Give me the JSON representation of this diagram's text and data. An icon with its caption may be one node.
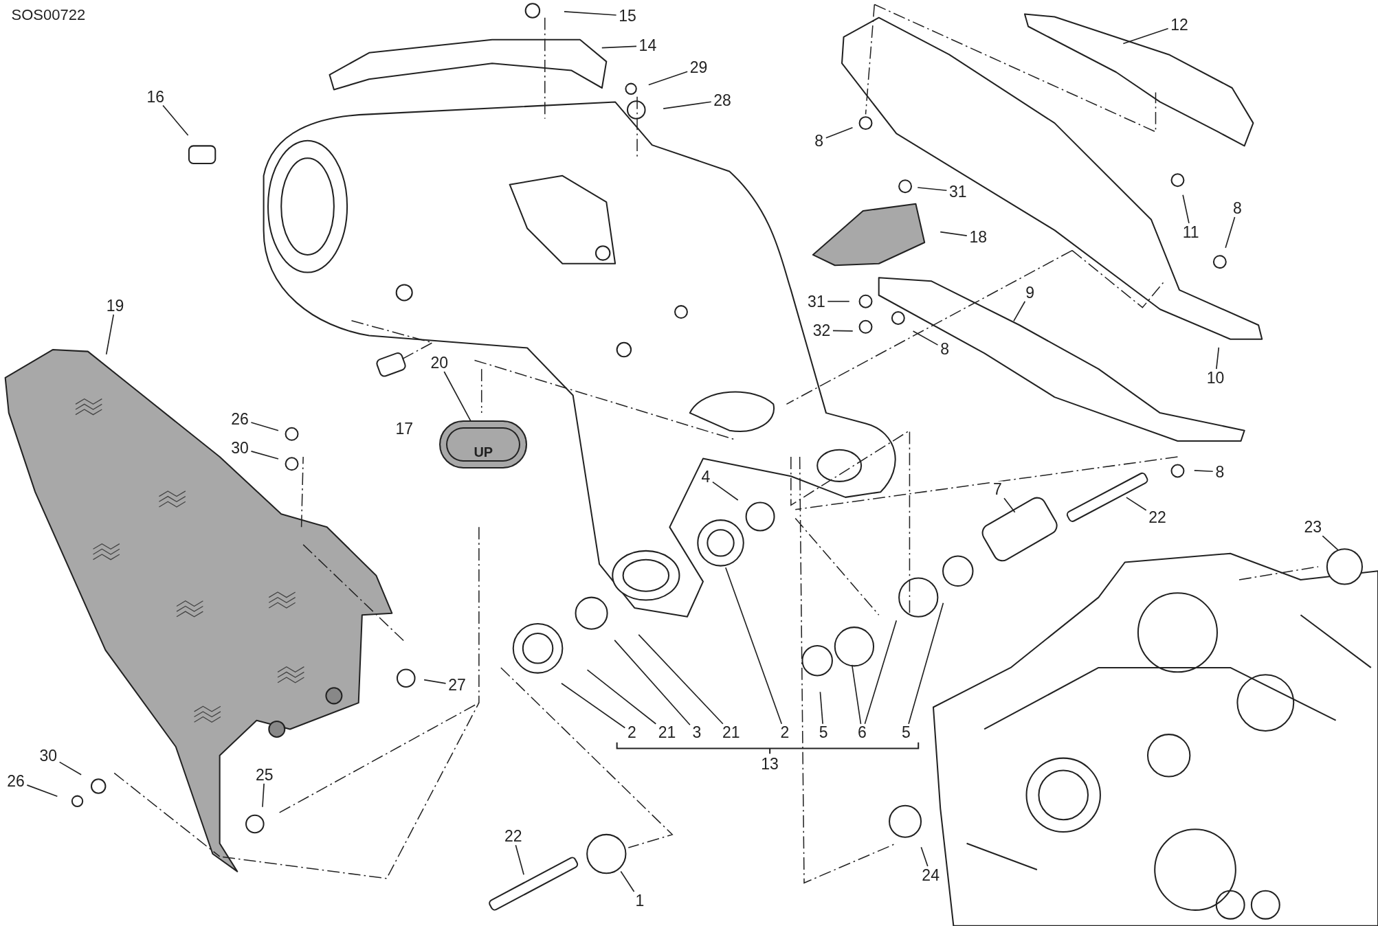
{
  "diagram": {
    "nodes": [
      {
        "text": [
          "15"
        ]
      },
      {
        "text": [
          "12"
        ]
      },
      {
        "text": [
          "14"
        ]
      },
      {
        "text": [
          "29"
        ]
      },
      {
        "text": [
          "16"
        ]
      },
      {
        "text": [
          "28"
        ]
      },
      {
        "text": [
          "8"
        ]
      },
      {
        "text": [
          "31"
        ]
      },
      {
        "text": [
          "8"
        ]
      },
      {
        "text": [
          "11"
        ]
      },
      {
        "text": [
          "18"
        ]
      },
      {
        "text": [
          "9"
        ]
      },
      {
        "text": [
          "31"
        ]
      },
      {
        "text": [
          "19"
        ]
      },
      {
        "text": [
          "32"
        ]
      },
      {
        "text": [
          "8"
        ]
      },
      {
        "text": [
          "20"
        ]
      },
      {
        "text": [
          "10"
        ]
      },
      {
        "text": [
          "26"
        ]
      },
      {
        "text": [
          "30"
        ]
      },
      {
        "text": [
          "8"
        ]
      },
      {
        "text": [
          "4"
        ]
      },
      {
        "text": [
          "7"
        ]
      },
      {
        "text": [
          "22"
        ]
      },
      {
        "text": [
          "23"
        ]
      },
      {
        "text": [
          "27"
        ]
      },
      {
        "text": [
          "2"
        ]
      },
      {
        "text": [
          "21"
        ]
      },
      {
        "text": [
          "3"
        ]
      },
      {
        "text": [
          "21"
        ]
      },
      {
        "text": [
          "2"
        ]
      },
      {
        "text": [
          "5"
        ]
      },
      {
        "text": [
          "6"
        ]
      },
      {
        "text": [
          "5"
        ]
      },
      {
        "text": [
          "30"
        ]
      },
      {
        "text": [
          "26"
        ]
      },
      {
        "text": [
          "25"
        ]
      },
      {
        "text": [
          "22"
        ]
      },
      {
        "text": [
          "24"
        ]
      },
      {
        "text": [
          "1"
        ]
      },
      {
        "text": [
          "UP"
        ]
      }
    ],
    "edges": [
      {
        "from": 0,
        "to": null,
        "arrow": "none"
      },
      {
        "from": 1,
        "to": null,
        "arrow": "none"
      },
      {
        "from": 2,
        "to": null,
        "arrow": "none"
      },
      {
        "from": 3,
        "to": null,
        "arrow": "none"
      },
      {
        "from": 4,
        "to": null,
        "arrow": "none"
      },
      {
        "from": 5,
        "to": null,
        "arrow": "none"
      },
      {
        "from": 6,
        "to": null,
        "arrow": "none"
      },
      {
        "from": 7,
        "to": null,
        "arrow": "none"
      },
      {
        "from": 8,
        "to": null,
        "arrow": "none"
      },
      {
        "from": 9,
        "to": null,
        "arrow": "none"
      },
      {
        "from": 10,
        "to": null,
        "arrow": "none"
      },
      {
        "from": 11,
        "to": null,
        "arrow": "none"
      },
      {
        "from": 12,
        "to": null,
        "arrow": "none"
      },
      {
        "from": 13,
        "to": null,
        "arrow": "none"
      },
      {
        "from": 14,
        "to": null,
        "arrow": "none"
      },
      {
        "from": 15,
        "to": null,
        "arrow": "none"
      },
      {
        "from": 16,
        "to": 40,
        "arrow": "none"
      },
      {
        "from": 17,
        "to": null,
        "arrow": "none"
      },
      {
        "from": 18,
        "to": null,
        "arrow": "none"
      },
      {
        "from": 19,
        "to": null,
        "arrow": "none"
      },
      {
        "from": 20,
        "to": null,
        "arrow": "none"
      },
      {
        "from": 21,
        "to": null,
        "arrow": "none"
      },
      {
        "from": 22,
        "to": null,
        "arrow": "none"
      },
      {
        "from": 23,
        "to": null,
        "arrow": "none"
      },
      {
        "from": 24,
        "to": null,
        "arrow": "none"
      },
      {
        "from": 25,
        "to": null,
        "arrow": "none"
      },
      {
        "from": 26,
        "to": null,
        "arrow": "none"
      },
      {
        "from": 27,
        "to": null,
        "arrow": "none"
      },
      {
        "from": 28,
        "to": null,
        "arrow": "none"
      },
      {
        "from": 29,
        "to": null,
        "arrow": "none"
      },
      {
        "from": 30,
        "to": null,
        "arrow": "none"
      },
      {
        "from": 31,
        "to": null,
        "arrow": "none"
      },
      {
        "from": 32,
        "to": null,
        "arrow": "none"
      },
      {
        "from": 33,
        "to": null,
        "arrow": "none"
      },
      {
        "from": 34,
        "to": null,
        "arrow": "none"
      },
      {
        "from": 35,
        "to": null,
        "arrow": "none"
      },
      {
        "from": 36,
        "to": null,
        "arrow": "none"
      },
      {
        "from": 37,
        "to": null,
        "arrow": "none"
      },
      {
        "from": 38,
        "to": null,
        "arrow": "none"
      },
      {
        "from": 39,
        "to": null,
        "arrow": "none"
      },
      {
        "from": 32,
        "to": null,
        "arrow": "none"
      }
    ],
    "labels": [
      "SOS00722",
      "17",
      "13"
    ]
  }
}
